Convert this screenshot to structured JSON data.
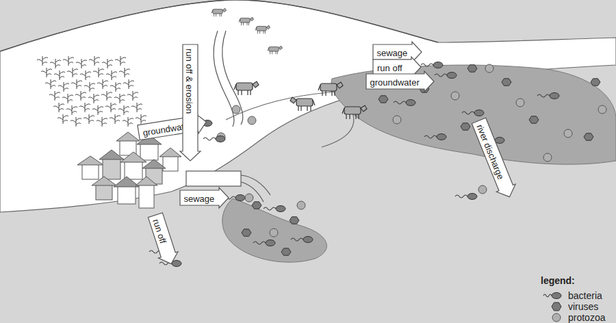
{
  "diagram": {
    "nodes": [
      {
        "text": [
          "groundwater"
        ]
      },
      {
        "text": [
          "run off & erosion"
        ]
      },
      {
        "text": [
          "sewage"
        ]
      },
      {
        "text": [
          "run off"
        ]
      },
      {
        "text": [
          "groundwater"
        ]
      },
      {
        "text": [
          "sewage"
        ]
      },
      {
        "text": [
          "run off"
        ]
      },
      {
        "text": [
          "river discharge"
        ]
      }
    ],
    "labels": [
      "legend:"
    ],
    "legend": [
      {
        "text": "bacteria"
      },
      {
        "text": "viruses"
      },
      {
        "text": "protozoa"
      }
    ]
  }
}
